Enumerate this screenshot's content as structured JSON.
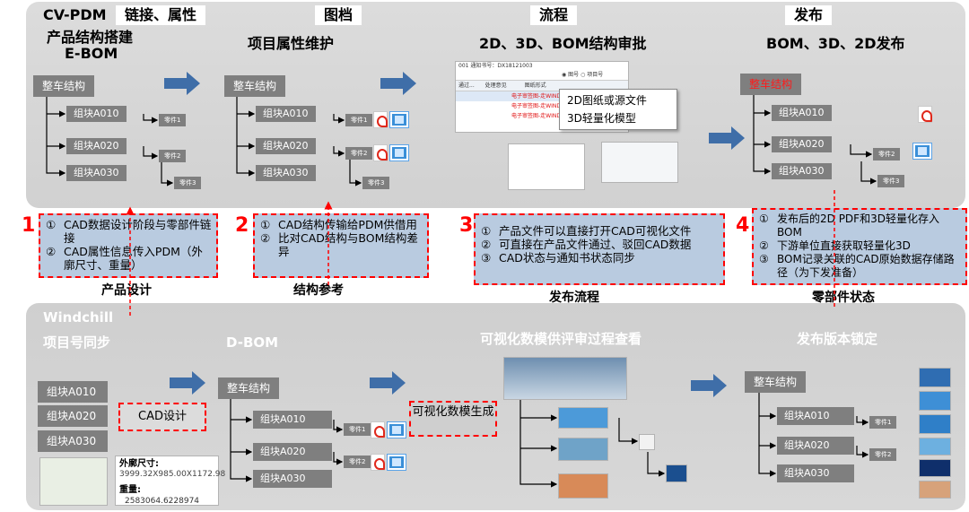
{
  "colors": {
    "panel": "#d5d5d5",
    "arrow_blue": "#3f6ea8",
    "accent_red": "#ff0000",
    "note_bg": "#b9cbe0",
    "node_gray": "#7f7f7f"
  },
  "top_system": "CV-PDM",
  "bottom_system": "Windchill",
  "columns": {
    "c1": {
      "tab": "链接、属性",
      "subtitle": "产品结构搭建",
      "subtitle2": "E-BOM"
    },
    "c2": {
      "tab": "图档",
      "subtitle": "项目属性维护"
    },
    "c3": {
      "tab": "流程",
      "subtitle": "2D、3D、BOM结构审批"
    },
    "c4": {
      "tab": "发布",
      "subtitle": "BOM、3D、2D发布"
    }
  },
  "tree": {
    "root": "整车结构",
    "blocks": [
      "组块A010",
      "组块A020",
      "组块A030"
    ],
    "parts": [
      "零件1",
      "零件2",
      "零件3"
    ]
  },
  "approval_popup": {
    "header": "001 通知书号：DX18121003",
    "radio1": "图号",
    "radio2": "项目号",
    "cols": [
      "通过...",
      "处理意见",
      "图纸形式"
    ],
    "row_text": "电子审签图-走WINDC",
    "menu": [
      "2D图纸或源文件",
      "3D轻量化模型"
    ]
  },
  "notes": [
    {
      "num": "1",
      "items": [
        {
          "n": "①",
          "t": "CAD数据设计阶段与零部件链接"
        },
        {
          "n": "②",
          "t": "CAD属性信息传入PDM（外廓尺寸、重量）"
        }
      ],
      "caption": "产品设计"
    },
    {
      "num": "2",
      "items": [
        {
          "n": "①",
          "t": "CAD结构传输给PDM供借用"
        },
        {
          "n": "②",
          "t": "比对CAD结构与BOM结构差异"
        }
      ],
      "caption": "结构参考"
    },
    {
      "num": "3",
      "items": [
        {
          "n": "①",
          "t": "产品文件可以直接打开CAD可视化文件"
        },
        {
          "n": "②",
          "t": "可直接在产品文件通过、驳回CAD数据"
        },
        {
          "n": "③",
          "t": "CAD状态与通知书状态同步"
        }
      ],
      "caption": "发布流程"
    },
    {
      "num": "4",
      "items": [
        {
          "n": "①",
          "t": "发布后的2D PDF和3D轻量化存入BOM"
        },
        {
          "n": "②",
          "t": "下游单位直接获取轻量化3D"
        },
        {
          "n": "③",
          "t": "BOM记录关联的CAD原始数据存储路径（为下发准备）"
        }
      ],
      "caption": "零部件状态"
    }
  ],
  "windchill": {
    "project_sync": "项目号同步",
    "dbom": "D-BOM",
    "review": "可视化数模供评审过程查看",
    "lock": "发布版本锁定",
    "cad_design": "CAD设计",
    "visual_gen": "可视化数模生成",
    "dim_label": "外廓尺寸:",
    "dim_value": "3999.32X985.00X1172.98",
    "weight_label": "重量:",
    "weight_value": "2583064.6228974"
  },
  "icons": [
    "right-arrow-icon",
    "pdf-icon",
    "document-icon",
    "gear-icon",
    "car-model-icon"
  ]
}
